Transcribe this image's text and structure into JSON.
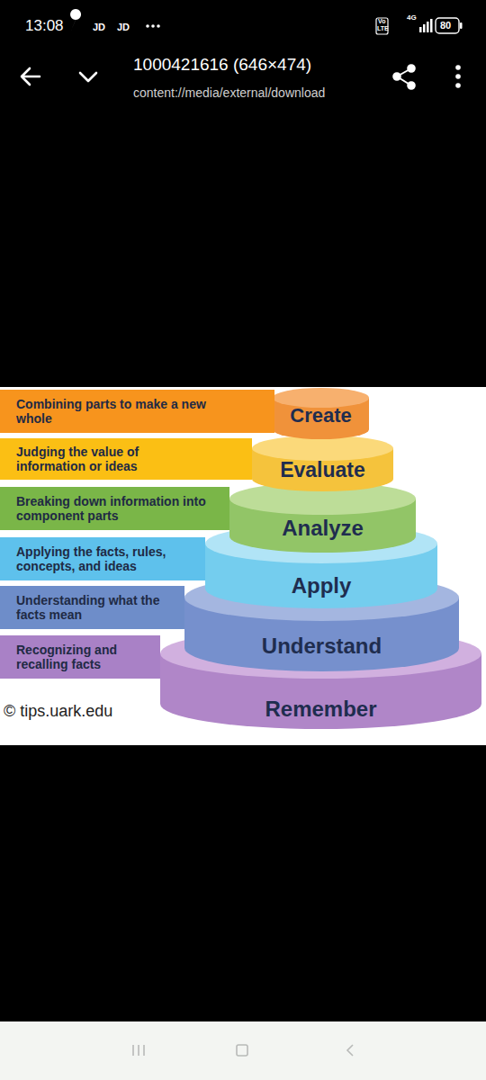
{
  "diagram": {
    "nodes": [
      {
        "text": [
          "Combining parts to make a new whole"
        ]
      },
      {
        "text": [
          "Create"
        ]
      },
      {
        "text": [
          "Judging the value of information or ideas"
        ]
      },
      {
        "text": [
          "Evaluate"
        ]
      },
      {
        "text": [
          "Breaking down information into component parts"
        ]
      },
      {
        "text": [
          "Analyze"
        ]
      },
      {
        "text": [
          "Applying the facts, rules, concepts, and ideas"
        ]
      },
      {
        "text": [
          "Apply"
        ]
      },
      {
        "text": [
          "Understanding what the facts mean"
        ]
      },
      {
        "text": [
          "Understand"
        ]
      },
      {
        "text": [
          "Recognizing and recalling facts"
        ]
      },
      {
        "text": [
          "Remember"
        ]
      }
    ],
    "labels": [
      "13:08",
      "JD",
      "JD",
      "Vo",
      "LTE",
      "4G",
      "80",
      "1000421616 (646×474)",
      "content://media/external/download",
      "© tips.uark.edu"
    ]
  }
}
